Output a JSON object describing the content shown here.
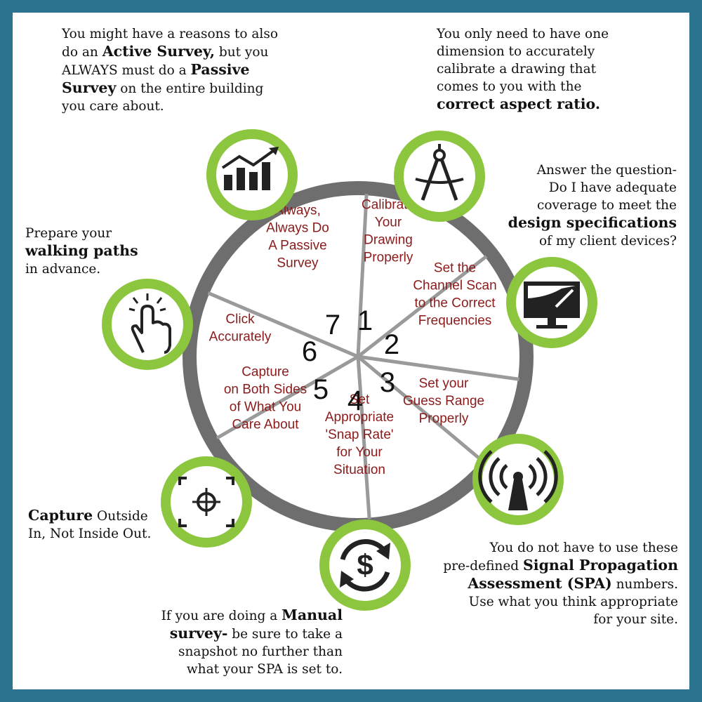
{
  "notes": {
    "top_left": {
      "lines": [
        [
          {
            "t": "You might have a reasons to also"
          }
        ],
        [
          {
            "t": "do an "
          },
          {
            "t": "Active Survey,",
            "b": true
          },
          {
            "t": " but you"
          }
        ],
        [
          {
            "t": "ALWAYS must do a "
          },
          {
            "t": "Passive",
            "b": true
          }
        ],
        [
          {
            "t": "Survey",
            "b": true
          },
          {
            "t": " on the entire building"
          }
        ],
        [
          {
            "t": "you care about."
          }
        ]
      ]
    },
    "top_right": {
      "lines": [
        [
          {
            "t": "You only need to have one"
          }
        ],
        [
          {
            "t": "dimension to accurately"
          }
        ],
        [
          {
            "t": "calibrate a drawing that"
          }
        ],
        [
          {
            "t": "comes to you with the"
          }
        ],
        [
          {
            "t": "correct aspect ratio.",
            "b": true
          }
        ]
      ]
    },
    "right_upper": {
      "lines": [
        [
          {
            "t": "Answer the question-"
          }
        ],
        [
          {
            "t": "Do I have adequate"
          }
        ],
        [
          {
            "t": "coverage to meet the"
          }
        ],
        [
          {
            "t": "design specifications",
            "b": true
          }
        ],
        [
          {
            "t": "of my client devices?"
          }
        ]
      ]
    },
    "left_middle": {
      "lines": [
        [
          {
            "t": "Prepare your"
          }
        ],
        [
          {
            "t": "walking paths",
            "b": true
          }
        ],
        [
          {
            "t": "in advance."
          }
        ]
      ]
    },
    "left_lower": {
      "lines": [
        [
          {
            "t": "Capture",
            "b": true
          },
          {
            "t": " Outside"
          }
        ],
        [
          {
            "t": "In, Not Inside Out."
          }
        ]
      ]
    },
    "bottom_right": {
      "lines": [
        [
          {
            "t": "You do not have to use these"
          }
        ],
        [
          {
            "t": "pre-defined "
          },
          {
            "t": "Signal Propagation",
            "b": true
          }
        ],
        [
          {
            "t": "Assessment (SPA)",
            "b": true
          },
          {
            "t": " numbers."
          }
        ],
        [
          {
            "t": "Use what you think appropriate"
          }
        ],
        [
          {
            "t": "for your site."
          }
        ]
      ]
    },
    "bottom_center": {
      "lines": [
        [
          {
            "t": "If you are doing a "
          },
          {
            "t": "Manual",
            "b": true
          }
        ],
        [
          {
            "t": "survey-",
            "b": true
          },
          {
            "t": " be sure to take a"
          }
        ],
        [
          {
            "t": "snapshot no further than"
          }
        ],
        [
          {
            "t": "what your SPA is set to."
          }
        ]
      ]
    }
  },
  "segments": [
    {
      "num": "1",
      "label": [
        "Calibrate",
        "Your",
        "Drawing",
        "Properly"
      ]
    },
    {
      "num": "2",
      "label": [
        "Set the",
        "Channel Scan",
        "to the Correct",
        "Frequencies"
      ]
    },
    {
      "num": "3",
      "label": [
        "Set your",
        "Guess Range",
        "Properly"
      ]
    },
    {
      "num": "4",
      "label": [
        "Set",
        "Appropriate",
        "'Snap Rate'",
        "for Your",
        "Situation"
      ]
    },
    {
      "num": "5",
      "label": [
        "Capture",
        "on Both Sides",
        "of What You",
        "Care About"
      ]
    },
    {
      "num": "6",
      "label": [
        "Click",
        "Accurately"
      ]
    },
    {
      "num": "7",
      "label": [
        "Always,",
        "Always Do",
        "A Passive",
        "Survey"
      ]
    }
  ],
  "icons": [
    {
      "name": "bar-chart-trend-icon"
    },
    {
      "name": "drafting-compass-icon"
    },
    {
      "name": "monitor-pen-design-icon"
    },
    {
      "name": "wireless-signal-tower-icon"
    },
    {
      "name": "dollar-cycle-icon"
    },
    {
      "name": "crosshair-capture-icon"
    },
    {
      "name": "tap-hand-icon"
    }
  ],
  "colors": {
    "frame": "#2a7490",
    "ring": "#6e6e6e",
    "icon_ring": "#8cc63f",
    "segment_text": "#8b1a1a"
  }
}
